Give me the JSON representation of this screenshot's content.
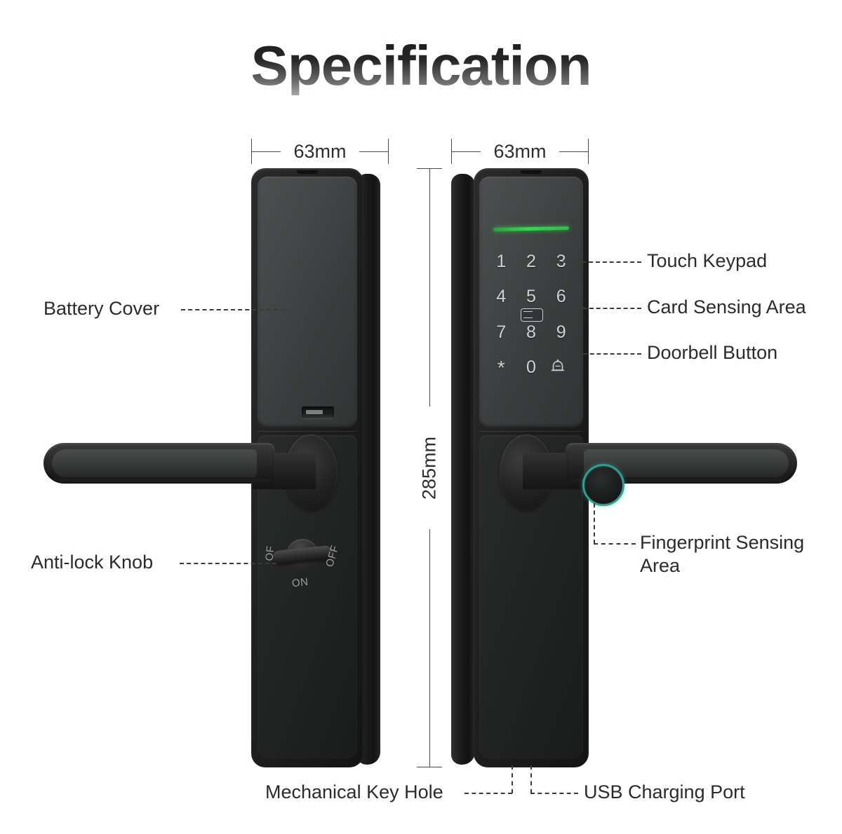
{
  "title": "Specification",
  "dimensions": {
    "width_left": "63mm",
    "width_right": "63mm",
    "height": "285mm"
  },
  "keypad": {
    "keys": [
      "1",
      "2",
      "3",
      "4",
      "5",
      "6",
      "7",
      "8",
      "9",
      "*",
      "0",
      ""
    ],
    "card_icon": "card-icon",
    "bell_icon": "doorbell-icon",
    "led_color": "#2bbf44"
  },
  "knob": {
    "label_off_left": "OF",
    "label_off_right": "OFF",
    "label_on": "ON"
  },
  "callouts": {
    "battery_cover": "Battery Cover",
    "anti_lock_knob": "Anti-lock Knob",
    "touch_keypad": "Touch Keypad",
    "card_sensing_area": "Card Sensing Area",
    "doorbell_button": "Doorbell Button",
    "fingerprint_sensing_area": "Fingerprint Sensing Area",
    "mechanical_key_hole": "Mechanical Key Hole",
    "usb_charging_port": "USB Charging Port"
  },
  "colors": {
    "accent_green": "#2bbf44",
    "accent_teal": "#2aa090",
    "body_dark": "#1c1c1c",
    "text": "#2b2b2b"
  }
}
